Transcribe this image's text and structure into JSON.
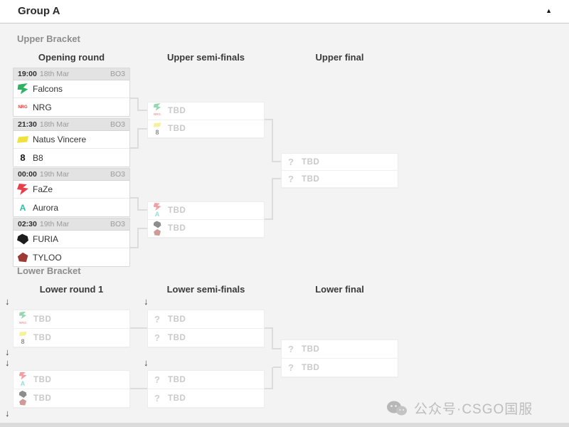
{
  "header": {
    "title": "Group A",
    "collapse_icon": "▲"
  },
  "upper": {
    "section_title": "Upper Bracket",
    "columns": [
      "Opening round",
      "Upper semi-finals",
      "Upper final"
    ],
    "matches": [
      {
        "time": "19:00",
        "date": "18th Mar",
        "bo": "BO3",
        "team1": "Falcons",
        "team2": "NRG"
      },
      {
        "time": "21:30",
        "date": "18th Mar",
        "bo": "BO3",
        "team1": "Natus Vincere",
        "team2": "B8"
      },
      {
        "time": "00:00",
        "date": "19th Mar",
        "bo": "BO3",
        "team1": "FaZe",
        "team2": "Aurora"
      },
      {
        "time": "02:30",
        "date": "19th Mar",
        "bo": "BO3",
        "team1": "FURIA",
        "team2": "TYLOO"
      }
    ]
  },
  "lower": {
    "section_title": "Lower Bracket",
    "columns": [
      "Lower round 1",
      "Lower semi-finals",
      "Lower final"
    ]
  },
  "placeholder": {
    "tbd": "TBD",
    "question": "?",
    "drop_arrow": "↓"
  },
  "watermark": {
    "text": "公众号·CSGO国服"
  },
  "colors": {
    "falcons": "#2eb162",
    "nrg": "#e23d3d",
    "navi": "#f0e23c",
    "b8": "#1a1a1a",
    "faze": "#e8404a",
    "aurora": "#2cc1a7",
    "furia": "#1d1d1d",
    "tyloo": "#9e3a35"
  },
  "logo_glyphs": {
    "nrg": "NRG",
    "b8": "8",
    "aurora": "A"
  }
}
